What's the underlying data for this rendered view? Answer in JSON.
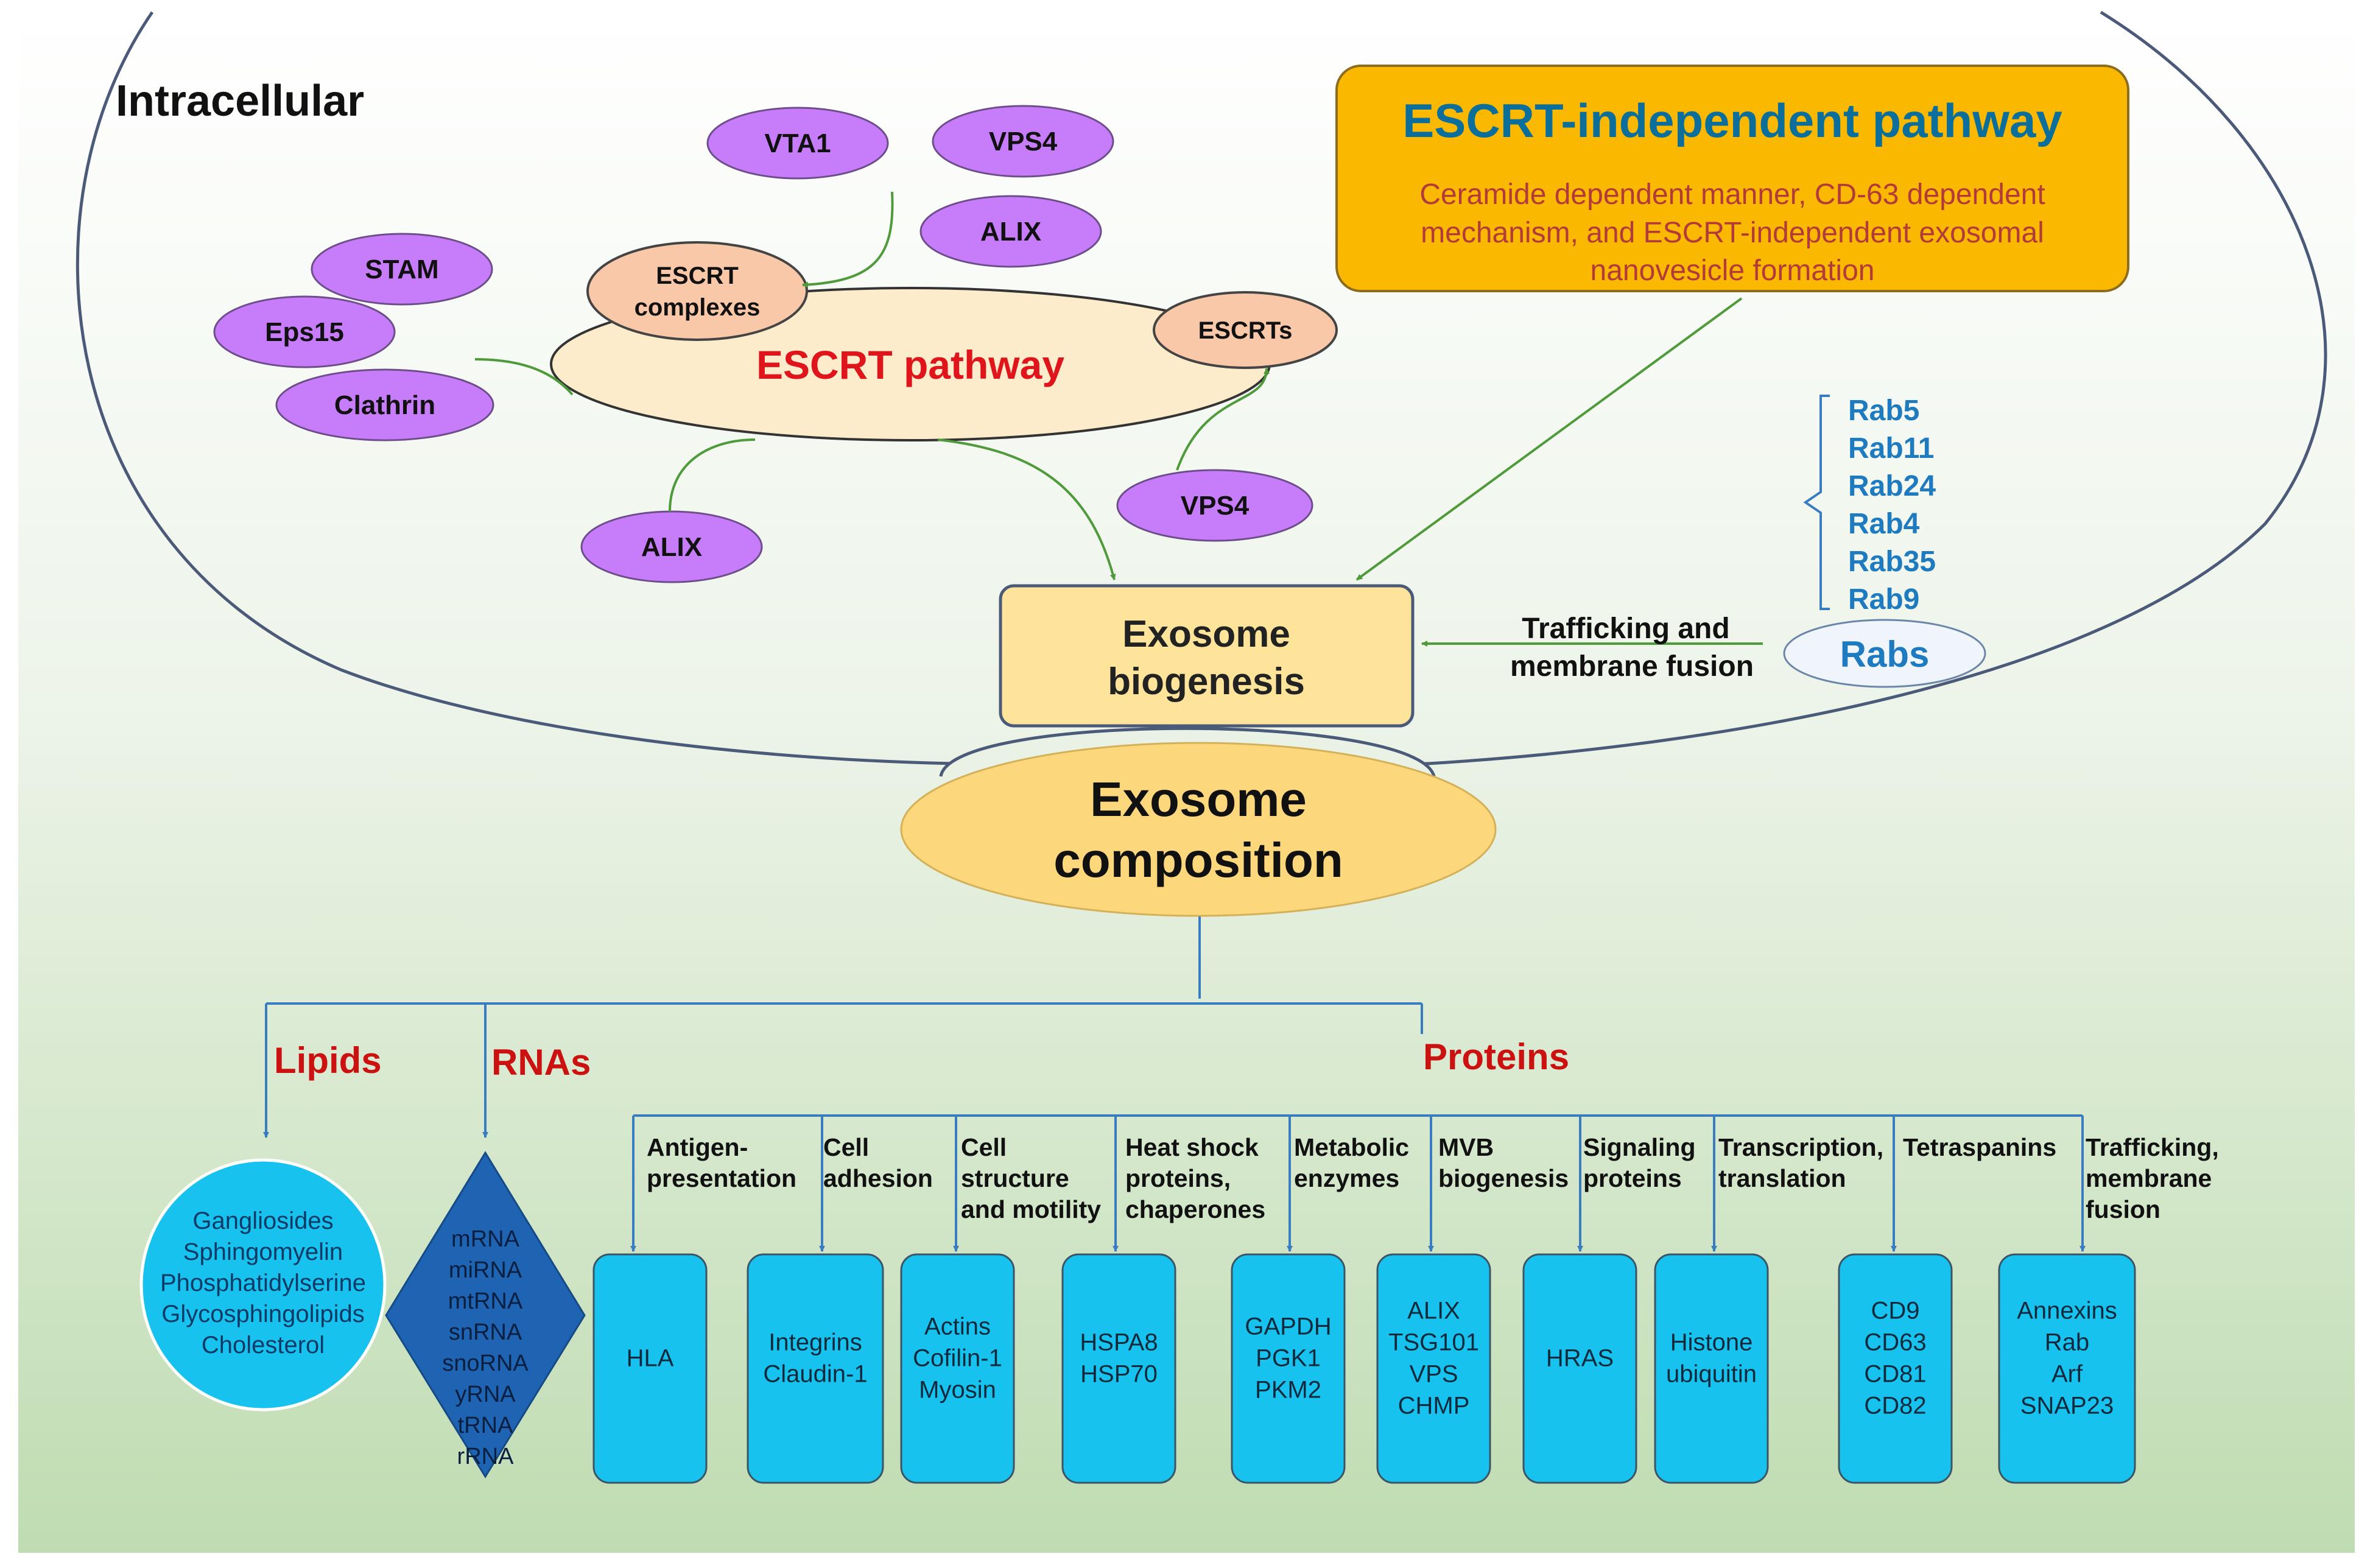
{
  "intracellular_label": "Intracellular",
  "escrt_independent": {
    "title": "ESCRT-independent pathway",
    "description_lines": [
      "Ceramide dependent manner, CD-63 dependent",
      "mechanism, and ESCRT-independent exosomal",
      "nanovesicle formation"
    ]
  },
  "escrt_pathway": {
    "label": "ESCRT pathway",
    "complexes_lines": [
      "ESCRT",
      "complexes"
    ],
    "escrts": "ESCRTs"
  },
  "proteins_ovals": {
    "vta1": "VTA1",
    "vps4_top": "VPS4",
    "alix_top": "ALIX",
    "stam": "STAM",
    "eps15": "Eps15",
    "clathrin": "Clathrin",
    "alix_bottom": "ALIX",
    "vps4_bottom": "VPS4"
  },
  "rabs": {
    "label": "Rabs",
    "members": [
      "Rab5",
      "Rab11",
      "Rab24",
      "Rab4",
      "Rab35",
      "Rab9"
    ],
    "trafficking_lines": [
      "Trafficking and",
      "membrane fusion"
    ]
  },
  "biogenesis_lines": [
    "Exosome",
    "biogenesis"
  ],
  "composition_lines": [
    "Exosome",
    "composition"
  ],
  "categories": {
    "lipids": "Lipids",
    "rnas": "RNAs",
    "proteins": "Proteins"
  },
  "lipids_items": [
    "Gangliosides",
    "Sphingomyelin",
    "Phosphatidylserine",
    "Glycosphingolipids",
    "Cholesterol"
  ],
  "rna_items": [
    "mRNA",
    "miRNA",
    "mtRNA",
    "snRNA",
    "snoRNA",
    "yRNA",
    "tRNA",
    "rRNA"
  ],
  "protein_groups": [
    {
      "label_lines": [
        "Antigen-",
        "presentation"
      ],
      "items": [
        "HLA"
      ]
    },
    {
      "label_lines": [
        "Cell",
        "adhesion"
      ],
      "items": [
        "Integrins",
        "Claudin-1"
      ]
    },
    {
      "label_lines": [
        "Cell",
        "structure",
        "and motility"
      ],
      "items": [
        "Actins",
        "Cofilin-1",
        "Myosin"
      ]
    },
    {
      "label_lines": [
        "Heat shock",
        "proteins,",
        "chaperones"
      ],
      "items": [
        "HSPA8",
        "HSP70"
      ]
    },
    {
      "label_lines": [
        "Metabolic",
        "enzymes"
      ],
      "items": [
        "GAPDH",
        "PGK1",
        "PKM2"
      ]
    },
    {
      "label_lines": [
        "MVB",
        "biogenesis"
      ],
      "items": [
        "ALIX",
        "TSG101",
        "VPS",
        "CHMP"
      ]
    },
    {
      "label_lines": [
        "Signaling",
        "proteins"
      ],
      "items": [
        "HRAS"
      ]
    },
    {
      "label_lines": [
        "Transcription,",
        "translation"
      ],
      "items": [
        "Histone",
        "ubiquitin"
      ]
    },
    {
      "label_lines": [
        "Tetraspanins"
      ],
      "items": [
        "CD9",
        "CD63",
        "CD81",
        "CD82"
      ]
    },
    {
      "label_lines": [
        "Trafficking,",
        "membrane",
        "fusion"
      ],
      "items": [
        "Annexins",
        "Rab",
        "Arf",
        "SNAP23"
      ]
    }
  ],
  "colors": {
    "purple_oval": "#c77dfa",
    "escrt_complex_fill": "#f9c8a8",
    "escrt_pathway_fill": "#fdeccb",
    "independent_box": "#fbb800",
    "independent_title": "#0c6e9a",
    "independent_text": "#b23a3a",
    "biogenesis_box": "#fee49b",
    "composition_fill": "#fcd77b",
    "rab_blue": "#1f7bbf",
    "category_red": "#cc1111",
    "cyan_box": "#17c3ee",
    "rna_diamond": "#1e64b3",
    "arrow_green": "#4f9a3a",
    "line_blue": "#3a7cc0"
  }
}
